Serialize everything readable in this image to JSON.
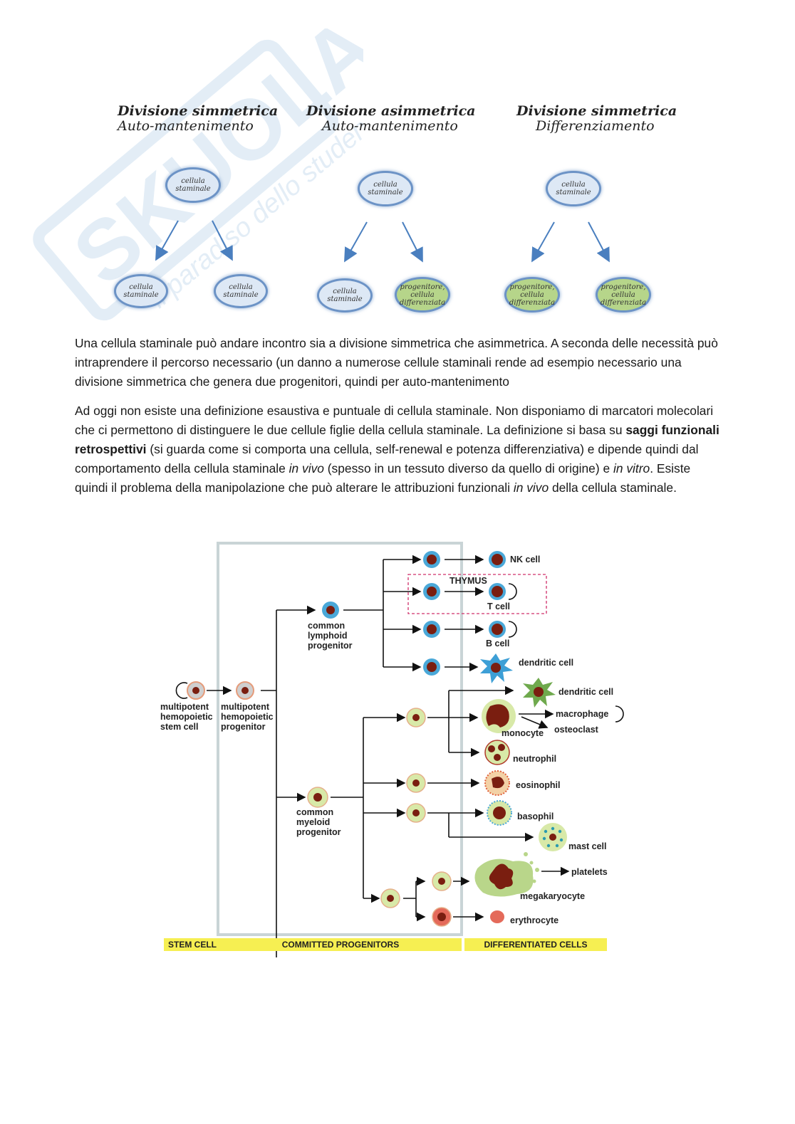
{
  "watermark": {
    "brand": "SKUOLA.net",
    "tagline": "il paradiso dello studente"
  },
  "division_diagram": {
    "columns": [
      {
        "title": "Divisione simmetrica",
        "subtitle": "Auto-mantenimento",
        "parent": "cellula staminale",
        "children": [
          "cellula staminale",
          "cellula staminale"
        ]
      },
      {
        "title": "Divisione asimmetrica",
        "subtitle": "Auto-mantenimento",
        "parent": "cellula staminale",
        "children": [
          "cellula staminale",
          "progenitore, cellula differenziata"
        ]
      },
      {
        "title": "Divisione simmetrica",
        "subtitle": "Differenziamento",
        "parent": "cellula staminale",
        "children": [
          "progenitore, cellula differenziata",
          "progenitore, cellula differenziata"
        ]
      }
    ]
  },
  "paragraph1": "Una cellula staminale può andare incontro sia a divisione simmetrica che asimmetrica. A seconda delle necessità può intraprendere il percorso necessario (un danno a numerose cellule staminali rende ad esempio necessario una divisione simmetrica che genera due progenitori, quindi per auto-mantenimento",
  "paragraph2": {
    "p1": "Ad oggi non esiste una definizione esaustiva e puntuale di cellula staminale. Non disponiamo di marcatori molecolari che ci permettono di distinguere le due cellule figlie della cellula staminale. La definizione si basa su ",
    "bold": "saggi funzionali retrospettivi",
    "p2": " (si guarda come si comporta una cellula, self-renewal e potenza differenziativa) e dipende quindi dal comportamento della cellula staminale ",
    "i1": "in vivo",
    "p3": " (spesso in un tessuto diverso da quello di origine) e ",
    "i2": "in vitro",
    "p4": ". Esiste quindi il problema della manipolazione che può alterare le attribuzioni funzionali ",
    "i3": "in vivo",
    "p5": " della cellula staminale."
  },
  "hematopoiesis": {
    "stem": [
      "multipotent",
      "hemopoietic",
      "stem cell"
    ],
    "mpp": [
      "multipotent",
      "hemopoietic",
      "progenitor"
    ],
    "clp": [
      "common",
      "lymphoid",
      "progenitor"
    ],
    "cmp": [
      "common",
      "myeloid",
      "progenitor"
    ],
    "thymus": "THYMUS",
    "cells": {
      "nk": "NK cell",
      "t": "T cell",
      "b": "B cell",
      "dendritic_lymphoid": "dendritic cell",
      "dendritic_myeloid": "dendritic cell",
      "macrophage": "macrophage",
      "monocyte": "monocyte",
      "osteoclast": "osteoclast",
      "neutrophil": "neutrophil",
      "eosinophil": "eosinophil",
      "basophil": "basophil",
      "mast": "mast cell",
      "platelets": "platelets",
      "megakaryocyte": "megakaryocyte",
      "erythrocyte": "erythrocyte"
    },
    "stages": [
      "STEM CELL",
      "COMMITTED PROGENITORS",
      "DIFFERENTIATED CELLS"
    ],
    "colors": {
      "lymphoid": "#4aa8d8",
      "myeloid": "#d8e9a8",
      "nucleus": "#7a1e10",
      "stage_bar": "#f6ef52",
      "thymus_box": "#d0306a",
      "red": "#e46a5a"
    }
  }
}
